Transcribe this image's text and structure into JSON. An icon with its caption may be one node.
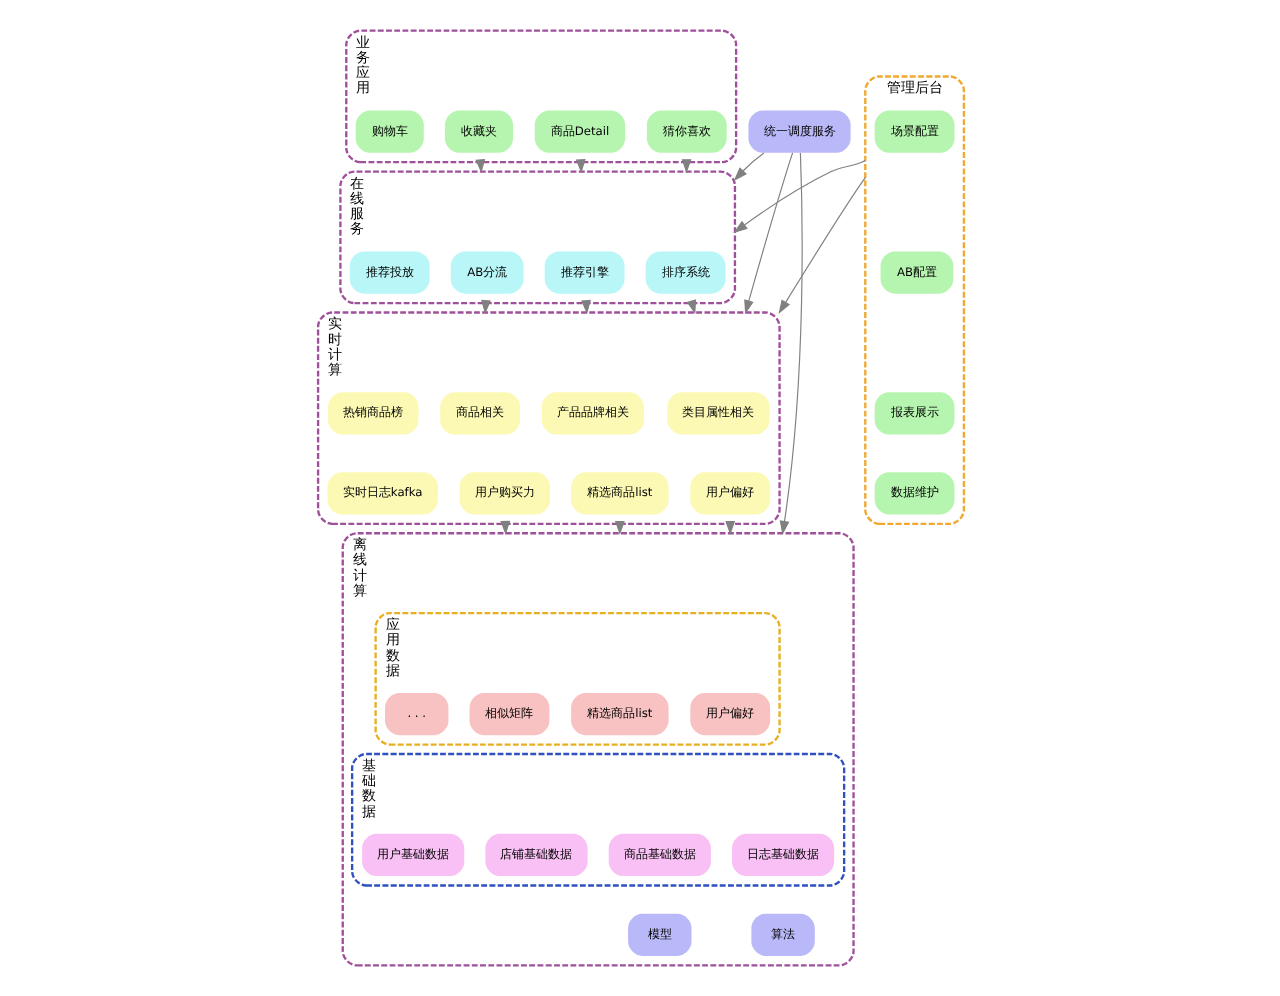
{
  "diagram": {
    "nodes": [
      {
        "text": [
          "业务应用"
        ]
      },
      {
        "text": [
          "猜你喜欢"
        ],
        "in": 0
      },
      {
        "text": [
          "商品Detail"
        ],
        "in": 0
      },
      {
        "text": [
          "收藏夹"
        ],
        "in": 0
      },
      {
        "text": [
          "购物车"
        ],
        "in": 0
      },
      {
        "text": [
          "在线服务"
        ]
      },
      {
        "text": [
          "排序系统"
        ],
        "in": 5
      },
      {
        "text": [
          "推荐引擎"
        ],
        "in": 5
      },
      {
        "text": [
          "AB分流"
        ],
        "in": 5
      },
      {
        "text": [
          "推荐投放"
        ],
        "in": 5
      },
      {
        "text": [
          "实时计算"
        ]
      },
      {
        "text": [
          "类目属性相关"
        ],
        "in": 10
      },
      {
        "text": [
          "产品品牌相关"
        ],
        "in": 10
      },
      {
        "text": [
          "商品相关"
        ],
        "in": 10
      },
      {
        "text": [
          "热销商品榜"
        ],
        "in": 10
      },
      {
        "text": [
          "用户偏好"
        ],
        "in": 10
      },
      {
        "text": [
          "用户购买力"
        ],
        "in": 10
      },
      {
        "text": [
          "精选商品list"
        ],
        "in": 10
      },
      {
        "text": [
          "实时日志kafka"
        ],
        "in": 10
      },
      {
        "text": [
          "离线计算"
        ]
      },
      {
        "text": [
          "应用数据"
        ],
        "in": 19
      },
      {
        "text": [
          "用户偏好"
        ],
        "in": 20
      },
      {
        "text": [
          "相似矩阵"
        ],
        "in": 20
      },
      {
        "text": [
          "精选商品list"
        ],
        "in": 20
      },
      {
        "text": [
          ". . ."
        ],
        "in": 20
      },
      {
        "text": [
          "基础数据"
        ],
        "in": 19
      },
      {
        "text": [
          "商品基础数据"
        ],
        "in": 25
      },
      {
        "text": [
          "店铺基础数据"
        ],
        "in": 25
      },
      {
        "text": [
          "日志基础数据"
        ],
        "in": 25
      },
      {
        "text": [
          "用户基础数据"
        ],
        "in": 25
      },
      {
        "text": [
          "模型"
        ],
        "in": 19
      },
      {
        "text": [
          "算法"
        ],
        "in": 19
      },
      {
        "text": [
          "统一调度服务"
        ]
      },
      {
        "text": [
          "管理后台"
        ]
      },
      {
        "text": [
          "场景配置"
        ],
        "in": 33
      },
      {
        "text": [
          "AB配置"
        ],
        "in": 33
      },
      {
        "text": [
          "报表展示"
        ],
        "in": 33
      },
      {
        "text": [
          "数据维护"
        ],
        "in": 33
      }
    ],
    "edges": [
      {
        "from": 0,
        "to": 5,
        "arrow": "to"
      },
      {
        "from": 0,
        "to": 5,
        "arrow": "to"
      },
      {
        "from": 0,
        "to": 5,
        "arrow": "to"
      },
      {
        "from": 5,
        "to": 10,
        "arrow": "to"
      },
      {
        "from": 5,
        "to": 10,
        "arrow": "to"
      },
      {
        "from": 5,
        "to": 10,
        "arrow": "to"
      },
      {
        "from": 10,
        "to": 19,
        "arrow": "to"
      },
      {
        "from": 10,
        "to": 19,
        "arrow": "to"
      },
      {
        "from": 10,
        "to": 19,
        "arrow": "to"
      },
      {
        "from": 32,
        "to": 5,
        "arrow": "to"
      },
      {
        "from": 32,
        "to": 10,
        "arrow": "to"
      },
      {
        "from": 32,
        "to": 19,
        "arrow": "to"
      },
      {
        "from": 33,
        "to": 5,
        "arrow": "to"
      },
      {
        "from": 33,
        "to": 10,
        "arrow": "to"
      }
    ]
  }
}
